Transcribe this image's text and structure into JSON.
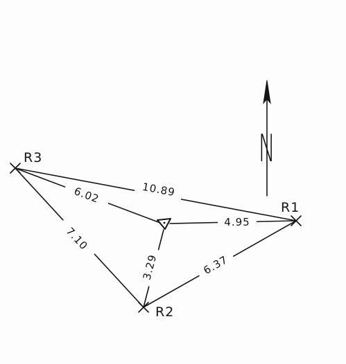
{
  "points": [
    {
      "id": "R1",
      "label": "R1"
    },
    {
      "id": "R2",
      "label": "R2"
    },
    {
      "id": "R3",
      "label": "R3"
    }
  ],
  "distances": [
    {
      "from": "R3",
      "to": "R1",
      "label": "10.89"
    },
    {
      "from": "R3",
      "to": "station",
      "label": "6.02"
    },
    {
      "from": "station",
      "to": "R1",
      "label": "4.95"
    },
    {
      "from": "R3",
      "to": "R2",
      "label": "7.10"
    },
    {
      "from": "station",
      "to": "R2",
      "label": "3.29"
    },
    {
      "from": "R2",
      "to": "R1",
      "label": "6.37"
    }
  ],
  "north_arrow": {
    "label": "N",
    "icon": "north-arrow-icon"
  },
  "station": {
    "icon": "triangle-station-icon"
  }
}
